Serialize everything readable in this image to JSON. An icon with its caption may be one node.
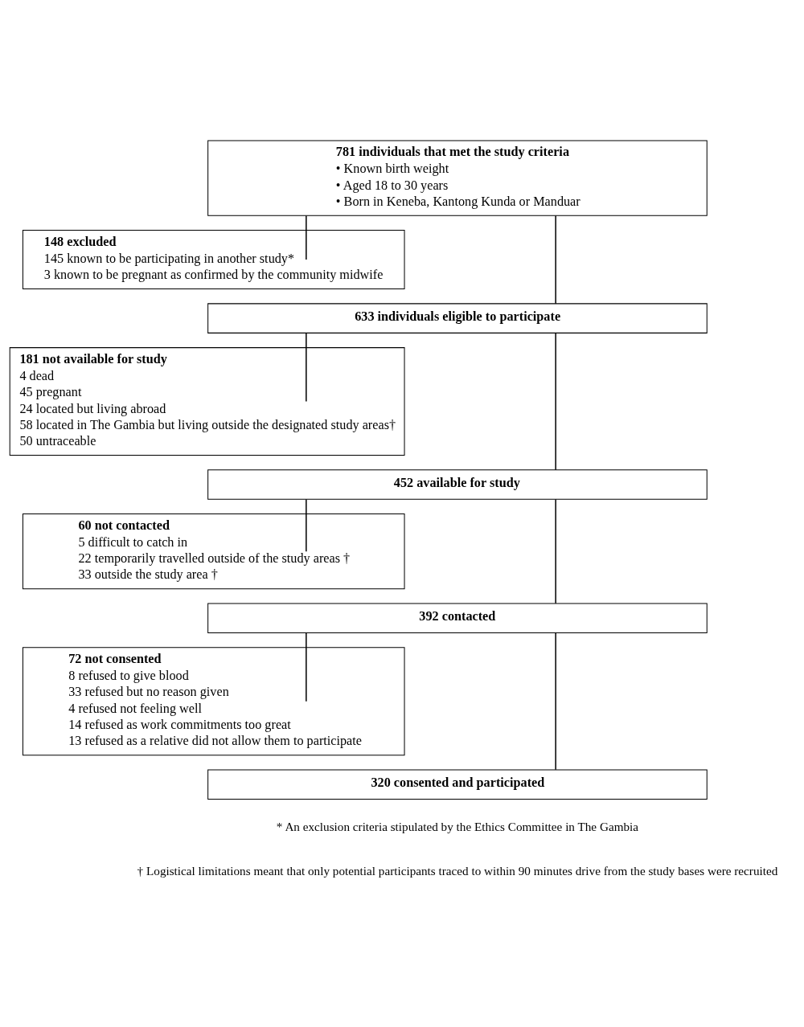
{
  "diagram": {
    "nodes": [
      {
        "text": [
          "781 individuals that met the study criteria",
          "• Known birth weight",
          "• Aged 18 to 30 years",
          "• Born in Keneba, Kantong Kunda or Manduar"
        ]
      },
      {
        "text": [
          "148 excluded",
          "145 known to be participating in another study*",
          "3 known to be pregnant as confirmed by the community midwife"
        ]
      },
      {
        "text": [
          "633 individuals eligible to participate"
        ]
      },
      {
        "text": [
          "181 not available for study",
          "4 dead",
          "45 pregnant",
          "24 located but living abroad",
          "58 located in The Gambia but living outside the designated study areas†",
          "50 untraceable"
        ]
      },
      {
        "text": [
          "452 available for study"
        ]
      },
      {
        "text": [
          "60 not contacted",
          "5 difficult to catch in",
          "22 temporarily travelled outside of the study areas †",
          "33 outside the study area †"
        ]
      },
      {
        "text": [
          "392 contacted"
        ]
      },
      {
        "text": [
          "72 not consented",
          "8 refused to give blood",
          "33 refused but no reason given",
          "4 refused not feeling well",
          "14 refused as work commitments too great",
          "13 refused as a relative did not allow them to participate"
        ]
      },
      {
        "text": [
          "320 consented and participated"
        ]
      }
    ],
    "edges": [
      {
        "from": 0,
        "to": 1,
        "arrow": "none"
      },
      {
        "from": 0,
        "to": 2,
        "arrow": "none"
      },
      {
        "from": 2,
        "to": 3,
        "arrow": "none"
      },
      {
        "from": 2,
        "to": 4,
        "arrow": "none"
      },
      {
        "from": 4,
        "to": 5,
        "arrow": "none"
      },
      {
        "from": 4,
        "to": 6,
        "arrow": "none"
      },
      {
        "from": 6,
        "to": 7,
        "arrow": "none"
      },
      {
        "from": 6,
        "to": 8,
        "arrow": "none"
      }
    ],
    "labels": [
      "* An exclusion criteria stipulated by the Ethics Committee in The Gambia",
      "† Logistical limitations meant that only potential participants traced to within 90 minutes drive from the study bases were recruited"
    ]
  }
}
